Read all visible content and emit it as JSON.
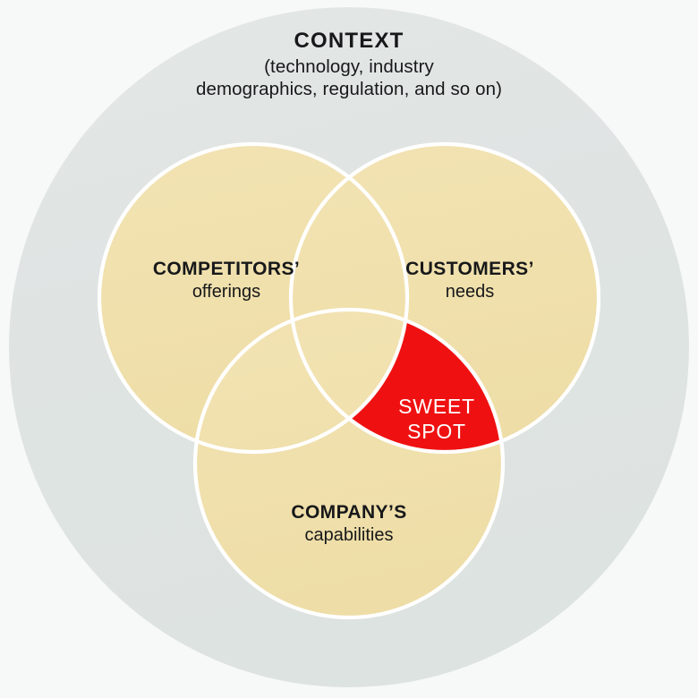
{
  "diagram": {
    "title": "Sweet Spot Venn Diagram",
    "background_color": "#f7f8f8",
    "outer": {
      "name": "context-ring",
      "heading": "CONTEXT",
      "subtext_line1": "(technology, industry",
      "subtext_line2": "demographics, regulation, and so on)",
      "fill_color": "#dfe4e3"
    },
    "circles": [
      {
        "id": "competitors",
        "heading": "COMPETITORS’",
        "subtext": "offerings",
        "fill_color": "#f0e0ac",
        "stroke_color": "#ffffff"
      },
      {
        "id": "customers",
        "heading": "CUSTOMERS’",
        "subtext": "needs",
        "fill_color": "#f0e0ac",
        "stroke_color": "#ffffff"
      },
      {
        "id": "company",
        "heading": "COMPANY’S",
        "subtext": "capabilities",
        "fill_color": "#f0e0ac",
        "stroke_color": "#ffffff"
      }
    ],
    "highlight": {
      "id": "sweet-spot",
      "line1": "SWEET",
      "line2": "SPOT",
      "fill_color": "#ef1111",
      "text_color": "#ffffff"
    }
  }
}
